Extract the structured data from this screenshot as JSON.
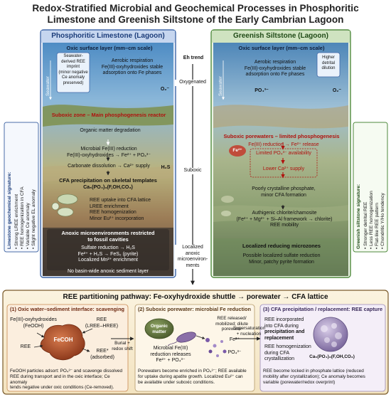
{
  "title": {
    "line1": "Redox-Stratified Microbial and Geochemical Processes in Phosphoritic",
    "line2": "Limestone and Greenish Siltstone of the Early Cambrian Lagoon"
  },
  "left": {
    "header": "Phosphoritic Limestone (Lagoon)",
    "oxic_title": "Oxic surface layer (mm–cm scale)",
    "seawater_label": "Seawater",
    "seawater_box": [
      "Seawater-",
      "derived REE",
      "imprint",
      "(minor negative",
      "Ce anomaly",
      "preserved)"
    ],
    "aerobic": [
      "Aerobic respiration",
      "Fe(III)-oxyhydroxides stable",
      "adsorption onto Fe phases"
    ],
    "o2": "O₂⁻",
    "suboxic_title": "Suboxic zone – Main phosphogenesis reactor",
    "om_degradation": "Organic matter degradation",
    "microbial_fe": [
      "Microbial Fe(III) reduction",
      "Fe(III)-oxyhydroxides → Fe²⁺ + PO₄³⁻"
    ],
    "carbonate": "Carbonate dissolution → Ca²⁺ supply",
    "h2s": "H₂S",
    "cfa_title": "CFA precipitation on skeletal templates",
    "cfa_formula": "Ca₅(PO₄)₃(F,OH,CO₃)",
    "ree_uptake": [
      "REE uptake into CFA lattice",
      "LREE enrichment",
      "REE homogenization",
      "Minor Eu³⁺ incorporation"
    ],
    "anoxic_title": [
      "Anoxic microenvironments restricted",
      "to fossil cavities"
    ],
    "anoxic_items": [
      "Sulfate reduction → H₂S",
      "Fe²⁺ + H₂S → FeS₂ (pyrite)",
      "Localized Mn²⁺ enrichment"
    ],
    "bottom_note": "No basin-wide anoxic sediment layer"
  },
  "center": {
    "eh_trend": "Eh trend",
    "oxygenated": "Oxygenated",
    "suboxic": "Suboxic",
    "localized": [
      "Localized",
      "anoxic",
      "microenviron-",
      "ments"
    ]
  },
  "right": {
    "header": "Greenish Siltstone (Lagoon)",
    "oxic_title": "Oxic surface layer (mm–cm scale)",
    "detrital_box": [
      "Higher",
      "detrital",
      "dilution"
    ],
    "seawater_label": "Seawater",
    "aerobic": [
      "Aerobic respiration",
      "Fe(III)-oxyhydroxides stable",
      "adsorption onto Fe phases"
    ],
    "po4": "PO₄³⁻",
    "o2": "O₂⁻",
    "suboxic_title": "Suboxic porewaters – limited phosphogenesis",
    "fe_reduction": "Fe(III) reduction → Fe²⁺ release",
    "fe2": "Fe²⁺",
    "limited_po4": "Limited PO₄³⁻ availability",
    "lower_ca": "Lower Ca²⁺ supply",
    "poorly": [
      "Poorly crystalline phosphate,",
      "minor CFA formation"
    ],
    "authigenic": [
      "Authigenic chlorite/chamosite",
      "(Fe²⁺ + Mg²⁺ + Si–Al framework → chlorite)",
      "REE mobility"
    ],
    "localized_title": "Localized reducing microzones",
    "localized_items": [
      "Possible localized sulfate reduction",
      "Minor, patchy pyrite formation"
    ]
  },
  "left_sidebar": {
    "title": "Limestone geochemical signature:",
    "items": [
      "• Strong LREE enrichment",
      "• REE homogenization in CFA",
      "• Variable Ce anomaly",
      "• Slight negative EL anomaly"
    ]
  },
  "right_sidebar": {
    "title": "Greenish siltstone signature:",
    "items": [
      "• Stronger detrital REE",
      "• Less REE homogenization",
      "• Flat-like REE pattern",
      "• Chondritic Y/Ho tendency"
    ]
  },
  "bottom": {
    "title": "REE partitioning pathway: Fe-oxyhydroxide shuttle → porewater → CFA lattice",
    "s1": {
      "heading": "(1) Oxic water–sediment interface: scavenging",
      "feooh_label": [
        "Fe(III)-oxyhydroxides",
        "(FeOOH)"
      ],
      "ree_lh": [
        "REE",
        "(LREE–HREE)"
      ],
      "ree_left": "REE",
      "ree_ads": [
        "REE*",
        "(adsorbed)"
      ],
      "particle": "FeCOH",
      "caption": [
        "FeOOH particles adsort: PO₄³⁻ and scavenge dissolved",
        "REE during transport and in the oxic interface; Ce anomaly",
        "tends negative under oxic conditions (Ce-removed)."
      ]
    },
    "arrow1": [
      "Burial +",
      "redox shift"
    ],
    "s2": {
      "heading": "(2) Suboxic porewater: microbial Fe reduction",
      "om": [
        "Organic",
        "matter"
      ],
      "released": [
        "REE released/",
        "mobilized; dilute",
        "porewater"
      ],
      "microbe": [
        "Microbial Fe(III)",
        "reduction releases",
        "Fe²⁺ + PO₄³⁻"
      ],
      "fe2": "Fe²⁺",
      "po4": "PO₄³⁻",
      "caption": [
        "Porewaters become enriched in PO₄³⁻; REE available",
        "for uptake during apatite growth. Localized Eu²⁺ can",
        "be available under suboxic conditions."
      ]
    },
    "arrow2": [
      "Supersaturation",
      "+ nucleation"
    ],
    "s3": {
      "heading": "(3) CFA precipitation / replacement: REE capture",
      "incorporated": [
        "REE incorporated",
        "into CFA during",
        "precipitation and",
        "replacement"
      ],
      "homog": [
        "REE homogenization",
        "during CFA",
        "crystallization"
      ],
      "formula": "Ca₅(PO₄)₃(F,OH,CO₃)",
      "caption": [
        "REE become locked in phosphate lattice (reduced",
        "mobility after crystallization); Ce anomaly becomes",
        "variable (porewater/redox overprint)"
      ]
    }
  },
  "colors": {
    "left_frame": "#3f67a8",
    "right_frame": "#4f8a3c",
    "accent_red": "#b0120e",
    "feooh": "#b5502c",
    "cfa": "#9a8ab8"
  }
}
